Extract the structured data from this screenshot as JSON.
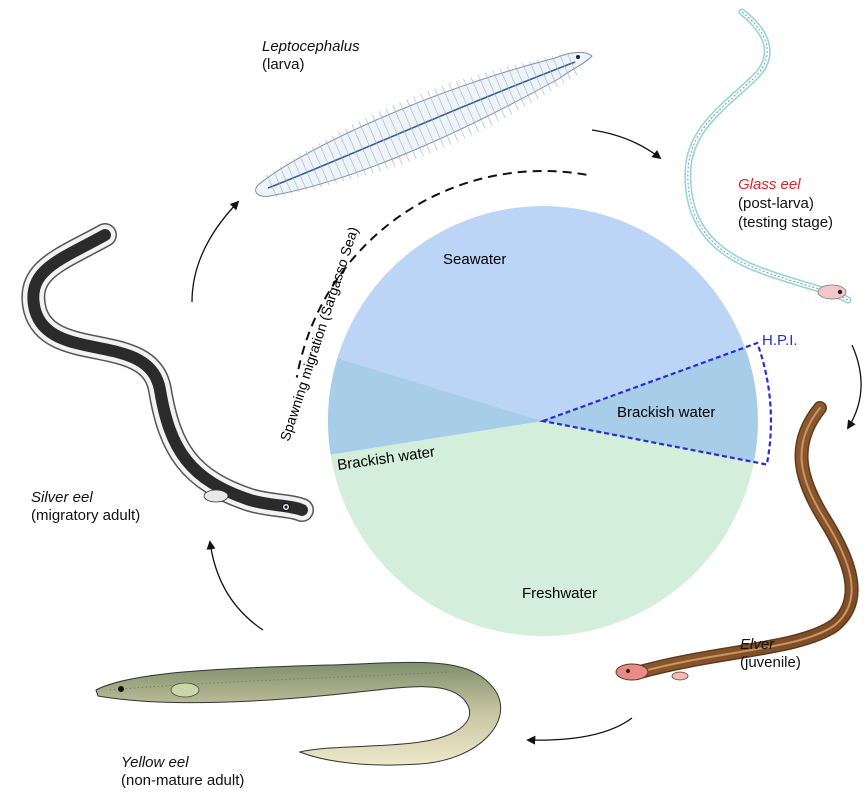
{
  "stages": {
    "leptocephalus": {
      "name": "Leptocephalus",
      "desc": "(larva)"
    },
    "glass_eel": {
      "name": "Glass eel",
      "desc1": "(post-larva)",
      "desc2": "(testing stage)",
      "name_color": "#e0202a"
    },
    "elver": {
      "name": "Elver",
      "desc": "(juvenile)"
    },
    "yellow_eel": {
      "name": "Yellow eel",
      "desc": "(non-mature adult)"
    },
    "silver_eel": {
      "name": "Silver eel",
      "desc": "(migratory adult)"
    }
  },
  "regions": {
    "seawater": {
      "label": "Seawater",
      "color": "#bcd5f7"
    },
    "brackish_left": {
      "label": "Brackish water",
      "color": "#a7cde8"
    },
    "brackish_right": {
      "label": "Brackish water",
      "color": "#a7cde8"
    },
    "freshwater": {
      "label": "Freshwater",
      "color": "#d3eedb"
    }
  },
  "hpi": {
    "label": "H.P.I.",
    "color": "#2b2bd6"
  },
  "migration": {
    "label": "Spawning migration (Sargasso Sea)"
  },
  "icons": [
    "leptocephalus-larva-icon",
    "glass-eel-icon",
    "elver-icon",
    "yellow-eel-icon",
    "silver-eel-icon",
    "cycle-arrow-icon"
  ]
}
